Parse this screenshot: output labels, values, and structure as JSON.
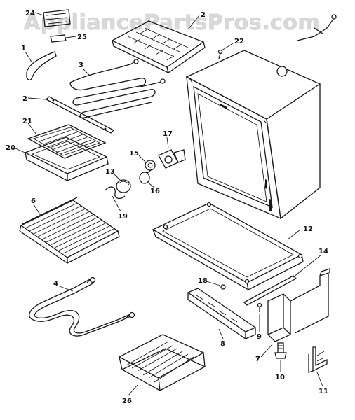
{
  "watermark": "AppliancePartsPros.com",
  "callouts": {
    "c1": "1",
    "c2a": "2",
    "c2b": "2",
    "c3": "3",
    "c4": "4",
    "c6": "6",
    "c7": "7",
    "c8": "8",
    "c9": "9",
    "c10": "10",
    "c11": "11",
    "c12": "12",
    "c13": "13",
    "c14": "14",
    "c15": "15",
    "c16": "16",
    "c17": "17",
    "c18": "18",
    "c19": "19",
    "c20": "20",
    "c21": "21",
    "c22": "22",
    "c24": "24",
    "c25": "25",
    "c26": "26"
  }
}
